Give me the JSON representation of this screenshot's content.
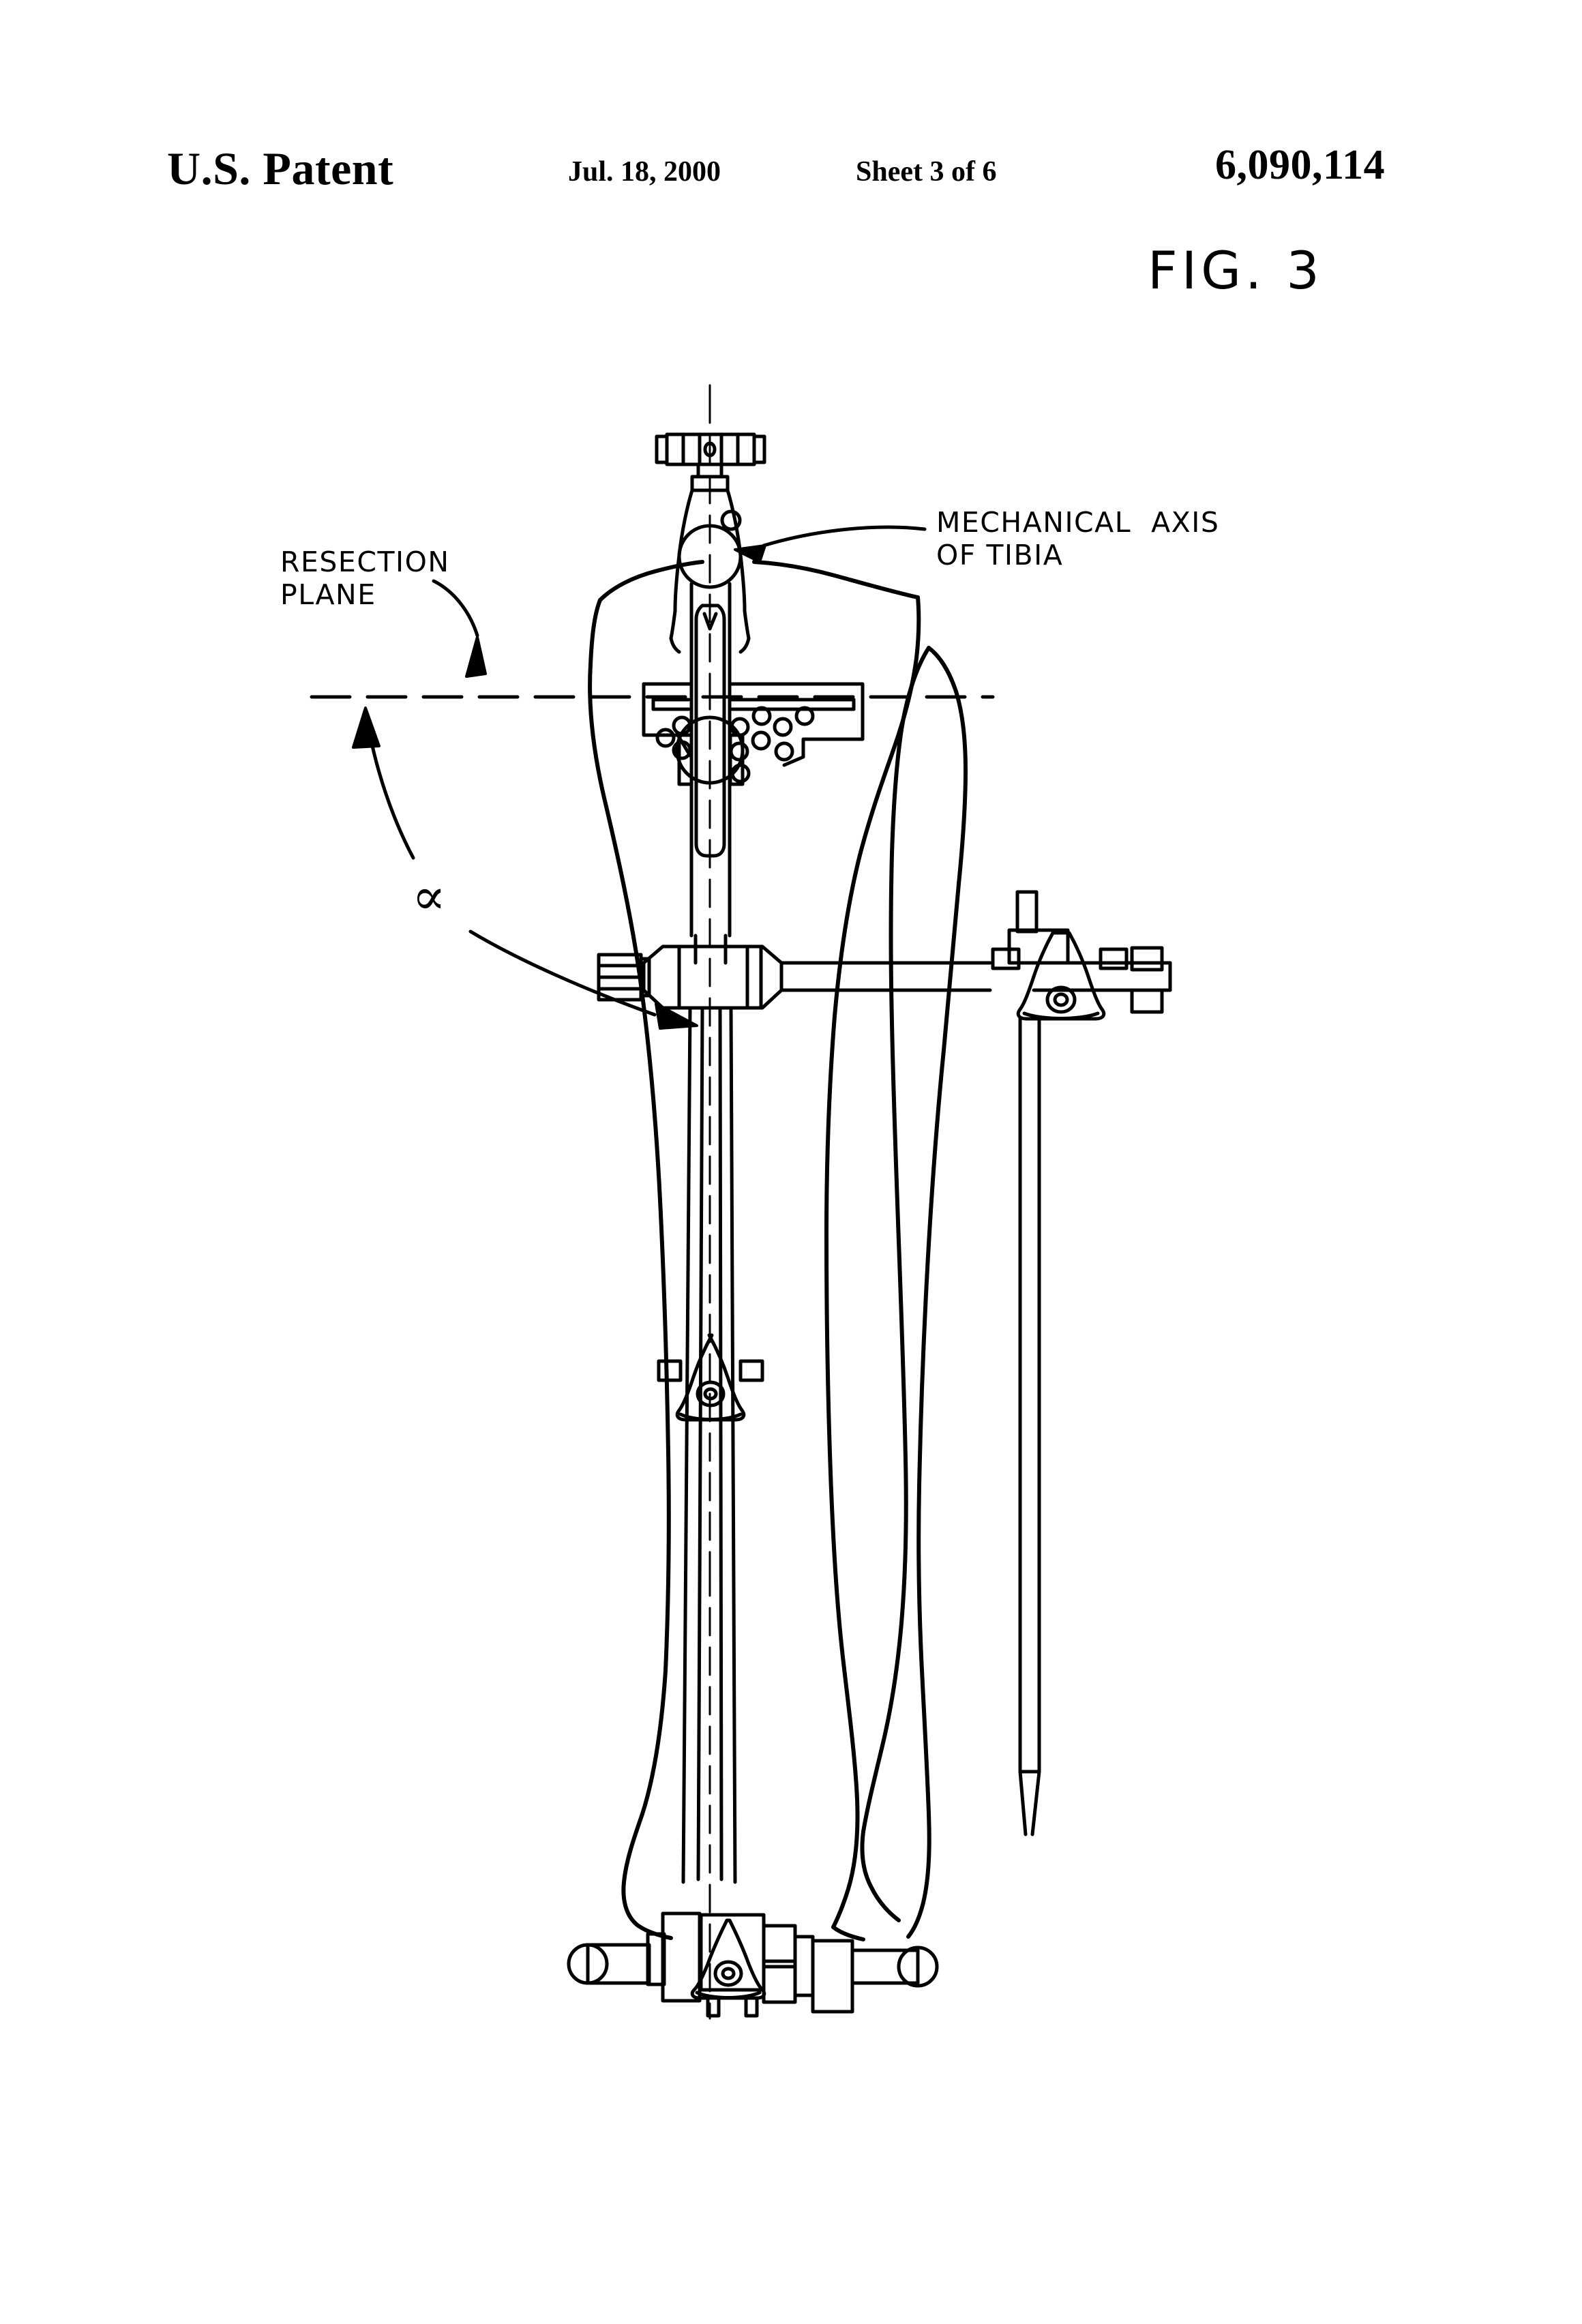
{
  "header": {
    "title": "U.S. Patent",
    "date": "Jul. 18, 2000",
    "sheet": "Sheet 3 of 6",
    "patent_number": "6,090,114"
  },
  "figure": {
    "label": "FIG. 3"
  },
  "annotations": {
    "mechanical_axis": "MECHANICAL  AXIS\nOF TIBIA",
    "resection_plane": "RESECTION\nPLANE",
    "angle_symbol": "∝"
  },
  "colors": {
    "ink": "#000000",
    "paper": "#ffffff"
  },
  "drawing": {
    "subject": "tibial-resection-alignment-guide",
    "elements": [
      "t-handle-knob",
      "proximal-tapered-body",
      "mechanical-axis-circle",
      "cutting-guide-block",
      "pin-holes",
      "alignment-rod",
      "mid-shaft-triangular-clamp",
      "cross-arm-clamp-hub",
      "knurled-adjust-knob",
      "horizontal-cross-arm",
      "right-triangular-clamp",
      "vertical-pin",
      "right-vertical-rod",
      "ankle-clamp-assembly",
      "tibia-outline",
      "fibula-outline",
      "resection-plane-dashed-line",
      "centerline"
    ]
  }
}
